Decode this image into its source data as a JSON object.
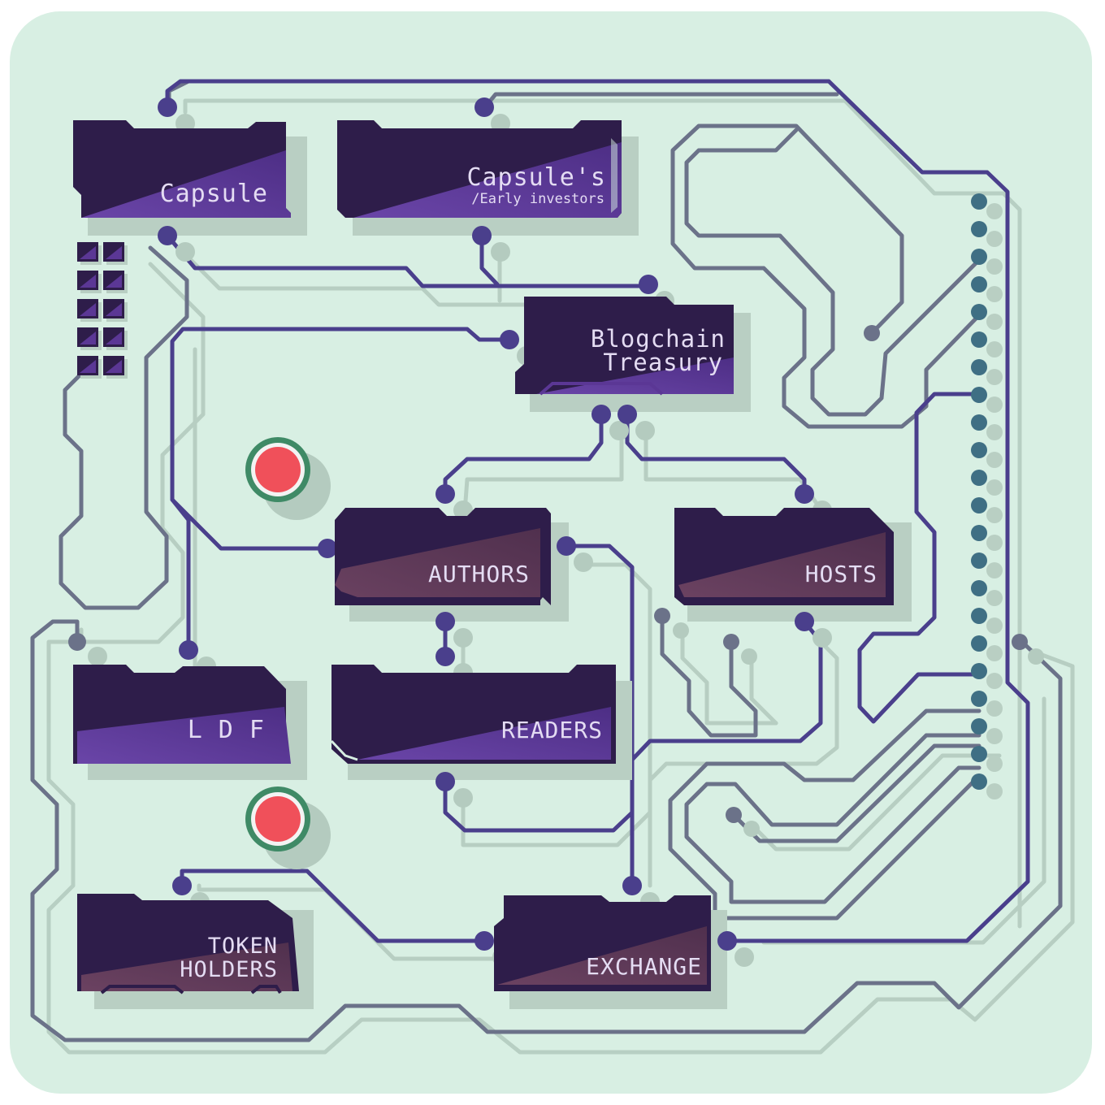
{
  "diagram": {
    "nodes": {
      "capsule": {
        "label": "Capsule"
      },
      "capsule_investors": {
        "label_line1": "Capsule's",
        "label_line2": "/Early investors"
      },
      "treasury": {
        "label_line1": "Blogchain",
        "label_line2": "Treasury"
      },
      "authors": {
        "label": "AUTHORS"
      },
      "hosts": {
        "label": "HOSTS"
      },
      "ldf": {
        "label": "L D F"
      },
      "readers": {
        "label": "READERS"
      },
      "token_holders": {
        "label_line1": "TOKEN",
        "label_line2": "HOLDERS"
      },
      "exchange": {
        "label": "EXCHANGE"
      }
    },
    "edges": [
      {
        "from": "capsule",
        "to": "treasury"
      },
      {
        "from": "capsule_investors",
        "to": "treasury"
      },
      {
        "from": "treasury",
        "to": "authors"
      },
      {
        "from": "treasury",
        "to": "hosts"
      },
      {
        "from": "treasury",
        "to": "ldf"
      },
      {
        "from": "authors",
        "to": "readers"
      },
      {
        "from": "authors",
        "to": "exchange"
      },
      {
        "from": "readers",
        "to": "hosts"
      },
      {
        "from": "token_holders",
        "to": "exchange"
      }
    ],
    "colors": {
      "board": "#d8efe3",
      "chip": "#2e1d4a",
      "chip_accent_purple": "#5b3795",
      "chip_accent_mauve": "#5b3755",
      "trace_active": "#4a3f8c",
      "trace_muted": "#6b7289",
      "shadow": "#b9cfc3",
      "button_red": "#f0505a",
      "button_ring": "#3f8a66",
      "pin_teal": "#3f6f84"
    }
  }
}
